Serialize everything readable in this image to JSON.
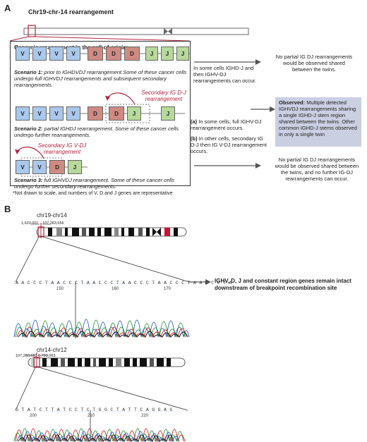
{
  "panelA": {
    "label": "A",
    "chromosome_title": "Chr19-chr-14 rearrangement",
    "box_title": "Genomic arrangement in the cell-of-origin:",
    "scenario1": {
      "name": "Scenario 1:",
      "text": " prior to IGHDVDJ rearrangement.Some of these cancer cells undergo full IGHVDJ rearrangements and subsequent secondary rearrangements.",
      "genes": [
        "V",
        "V",
        "V",
        "V",
        "D",
        "D",
        "D",
        "J",
        "J",
        "J"
      ]
    },
    "scenario2": {
      "name": "Scenario 2:",
      "text": " partial IGHDJ rearrangement. Some of these cancer cells undergo further rearrangements.",
      "secondary_label": "Secondary IG D-J rearrangement",
      "genes": [
        "V",
        "V",
        "V",
        "V",
        "D",
        "D",
        "J",
        "J"
      ]
    },
    "scenario3": {
      "name": "Scenario 3:",
      "text": " full IGHVDJ rearrangement. Some of these cancer cells undergo further secondary rearrangements.",
      "secondary_label": "Secondary IG V-DJ rearrangement",
      "genes": [
        "V",
        "V",
        "D",
        "J"
      ]
    },
    "footnote": "*Not drawn to scale, and numbers of V, D and J genes are representative",
    "middle1": "In some cells IGHD-J and then IGHV-DJ rearrangements can occur.",
    "middle2a_tag": "(a)",
    "middle2a": " In some cells, full IGHV-DJ rearrangement occurs.",
    "middle2b_tag": "(b)",
    "middle2b": " In other cells, secondary IG D-J then IG V-DJ rearrangement occurs.",
    "right1": "No partial IG DJ rearrangements would be observed shared between the twins.",
    "observed_tag": "Observed:",
    "observed_text": " Multiple detected IGHVDJ rearrangements sharing a single IGHD-J stem region shared between the twins. Other common IGHD-J stems observed in only a single twin",
    "right3": "No partial IG DJ rearrangements would be observed shared between the twins, and no further IG-DJ rearrangements can occur."
  },
  "panelB": {
    "label": "B",
    "chr1_title": "chr19-chr14",
    "chr1_pos_left": "1,620,001",
    "chr1_pos_right": "107,283,656",
    "seq1": "A A C C C T A A C C C T A A C C C T A A C C C T A A C C C T A A C C C T A",
    "seq1_ticks": [
      "150",
      "160",
      "170"
    ],
    "arrow_note": "IGHV, D, J and constant region genes remain intact downstream of breakpoint recombination site",
    "chr2_title": "chr14-chr12",
    "chr2_pos_left": "107,283,683",
    "chr2_pos_right": "6,793,063",
    "seq2": "G T A T C T T A T C C T C T G G C T A T T C A G G A G",
    "seq2_ticks": [
      "200",
      "210",
      "220"
    ]
  },
  "colors": {
    "V": "#aac8ec",
    "D": "#cf8a82",
    "J": "#b7d99b",
    "accent_red": "#b3243e",
    "observed_bg": "#cbcfe2"
  }
}
